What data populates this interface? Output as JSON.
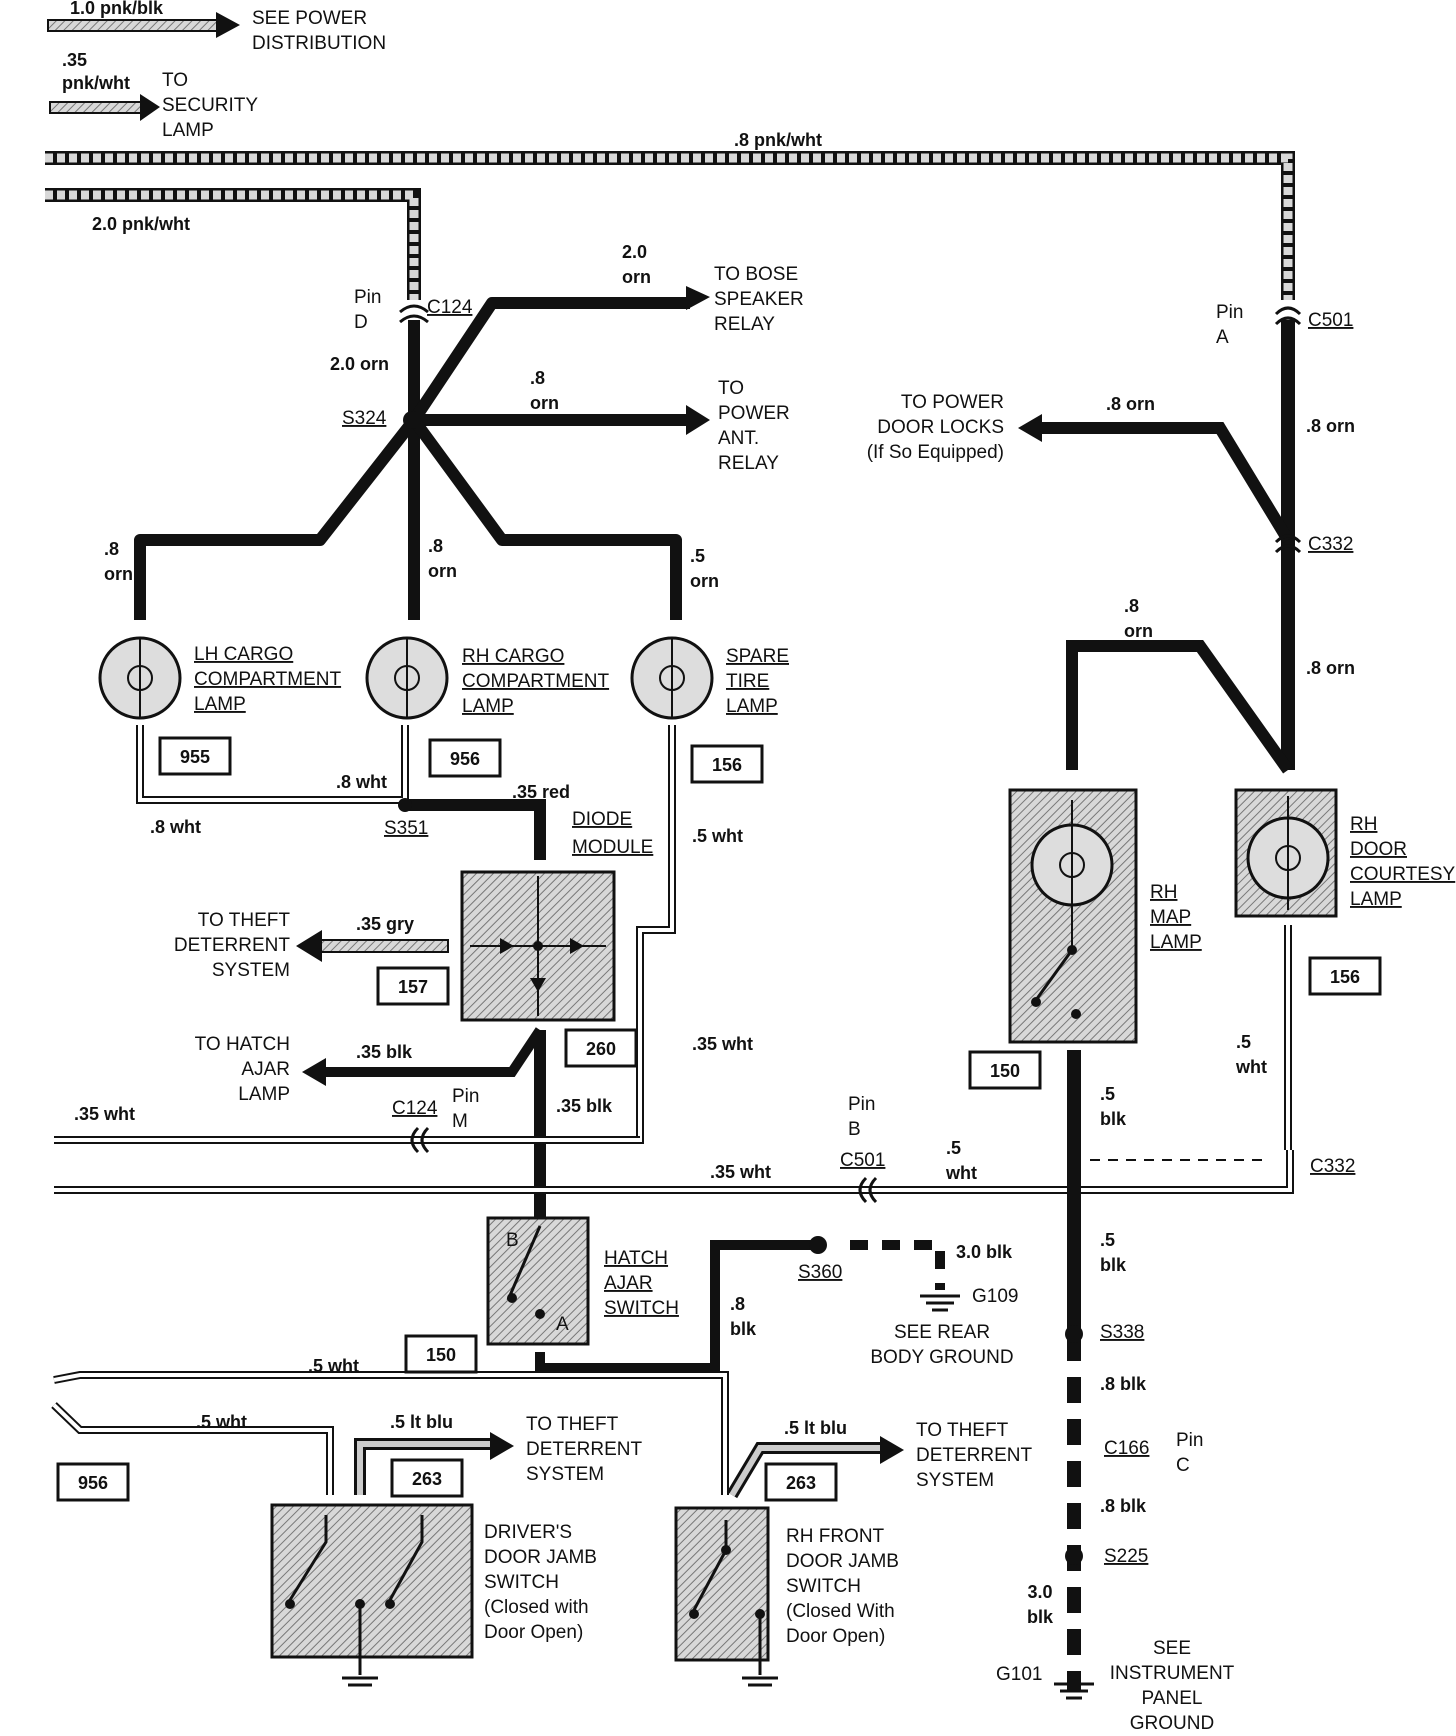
{
  "top": {
    "w1": "1.0 pnk/blk",
    "see_power": [
      "SEE POWER",
      "DISTRIBUTION"
    ],
    "w2a": ".35",
    "w2b": "pnk/wht",
    "to_security": [
      "TO",
      "SECURITY",
      "LAMP"
    ],
    "w3": ".8 pnk/wht",
    "w4": "2.0 pnk/wht"
  },
  "left": {
    "pin_d": [
      "Pin",
      "D"
    ],
    "c124": "C124",
    "w_2orn_up": [
      "2.0",
      "orn"
    ],
    "to_bose": [
      "TO BOSE",
      "SPEAKER",
      "RELAY"
    ],
    "w_2orn": "2.0 orn",
    "w_8orn_ant": [
      ".8",
      "orn"
    ],
    "to_ant": [
      "TO",
      "POWER",
      "ANT.",
      "RELAY"
    ],
    "s324": "S324",
    "w_lh": [
      ".8",
      "orn"
    ],
    "w_rh": [
      ".8",
      "orn"
    ],
    "w_spare": [
      ".5",
      "orn"
    ],
    "lh_lamp": [
      "LH CARGO",
      "COMPARTMENT",
      "LAMP"
    ],
    "rh_lamp": [
      "RH CARGO",
      "COMPARTMENT",
      "LAMP"
    ],
    "spare_lamp": [
      "SPARE",
      "TIRE",
      "LAMP"
    ],
    "box_955": "955",
    "box_956a": "956",
    "box_156a": "156",
    "w_8wht_a": ".8 wht",
    "w_8wht_b": ".8 wht",
    "s351": "S351",
    "w_35red": ".35 red",
    "diode": [
      "DIODE",
      "MODULE"
    ],
    "w_5wht": ".5 wht",
    "to_theft1": [
      "TO THEFT",
      "DETERRENT",
      "SYSTEM"
    ],
    "w_35gry": ".35 gry",
    "box_157": "157",
    "box_260": "260",
    "w_35wht_r": ".35 wht",
    "to_hatch": [
      "TO HATCH",
      "AJAR",
      "LAMP"
    ],
    "w_35blk": ".35 blk",
    "w_35wht_l": ".35 wht",
    "c124b": "C124",
    "pin_m": [
      "Pin",
      "M"
    ],
    "w_35blk_v": ".35 blk",
    "pin_b": [
      "Pin",
      "B"
    ],
    "c501b": "C501",
    "w_35wht_h": ".35 wht",
    "w_5wht_h": [
      ".5",
      "wht"
    ],
    "hatch_sw": [
      "HATCH",
      "AJAR",
      "SWITCH"
    ],
    "sw_b": "B",
    "sw_a": "A",
    "box_150a": "150",
    "w_8blk": [
      ".8",
      "blk"
    ],
    "s360": "S360",
    "w_3blk": "3.0 blk",
    "g109": "G109",
    "see_rear": [
      "SEE REAR",
      "BODY GROUND"
    ],
    "w_5wht_b": ".5 wht",
    "w_5wht_c": ".5 wht",
    "w_5ltblu_a": ".5 lt blu",
    "to_theft2": [
      "TO THEFT",
      "DETERRENT",
      "SYSTEM"
    ],
    "box_956b": "956",
    "box_263a": "263",
    "drivers_sw": [
      "DRIVER'S",
      "DOOR JAMB",
      "SWITCH",
      "(Closed with",
      "Door Open)"
    ],
    "w_5ltblu_b": ".5 lt blu",
    "to_theft3": [
      "TO THEFT",
      "DETERRENT",
      "SYSTEM"
    ],
    "box_263b": "263",
    "rh_front_sw": [
      "RH FRONT",
      "DOOR JAMB",
      "SWITCH",
      "(Closed With",
      "Door Open)"
    ]
  },
  "right": {
    "pin_a": [
      "Pin",
      "A"
    ],
    "c501": "C501",
    "to_pdl": [
      "TO POWER",
      "DOOR LOCKS",
      "(If So Equipped)"
    ],
    "w_8orn_pdl": ".8 orn",
    "w_8orn_v1": ".8 orn",
    "c332": "C332",
    "w_8orn_map": [
      ".8",
      "orn"
    ],
    "w_8orn_v2": ".8 orn",
    "rh_map": [
      "RH",
      "MAP",
      "LAMP"
    ],
    "rh_door": [
      "RH",
      "DOOR",
      "COURTESY",
      "LAMP"
    ],
    "box_150b": "150",
    "box_156b": "156",
    "w_5blk": [
      ".5",
      "blk"
    ],
    "w_5wht_v": [
      ".5",
      "wht"
    ],
    "c332b": "C332",
    "w_5blk_b": [
      ".5",
      "blk"
    ],
    "s338": "S338",
    "w_8blk_a": ".8 blk",
    "c166": "C166",
    "pin_c": [
      "Pin",
      "C"
    ],
    "w_8blk_b": ".8 blk",
    "s225": "S225",
    "w_3blk": [
      "3.0",
      "blk"
    ],
    "g101": "G101",
    "see_ip": [
      "SEE",
      "INSTRUMENT",
      "PANEL",
      "GROUND"
    ]
  }
}
